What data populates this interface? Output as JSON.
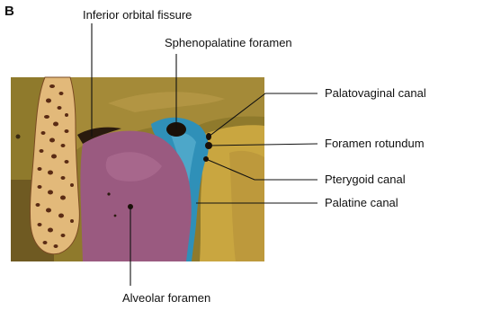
{
  "figure": {
    "letter": "B"
  },
  "labels": {
    "inferior_orbital_fissure": "Inferior orbital fissure",
    "sphenopalatine_foramen": "Sphenopalatine foramen",
    "palatovaginal_canal": "Palatovaginal canal",
    "foramen_rotundum": "Foramen rotundum",
    "pterygoid_canal": "Pterygoid canal",
    "palatine_canal": "Palatine canal",
    "alveolar_foramen": "Alveolar foramen"
  },
  "colors": {
    "background_olive": "#8f7a2c",
    "orbit_floor": "#a48a38",
    "maxilla_purple": "#9a5a80",
    "fossa_blue": "#2f90b8",
    "pterygoid_yellow": "#c9a640",
    "bone_spongy": "#e2b97a",
    "bone_pores": "#5a2b14",
    "label_text": "#111111"
  }
}
